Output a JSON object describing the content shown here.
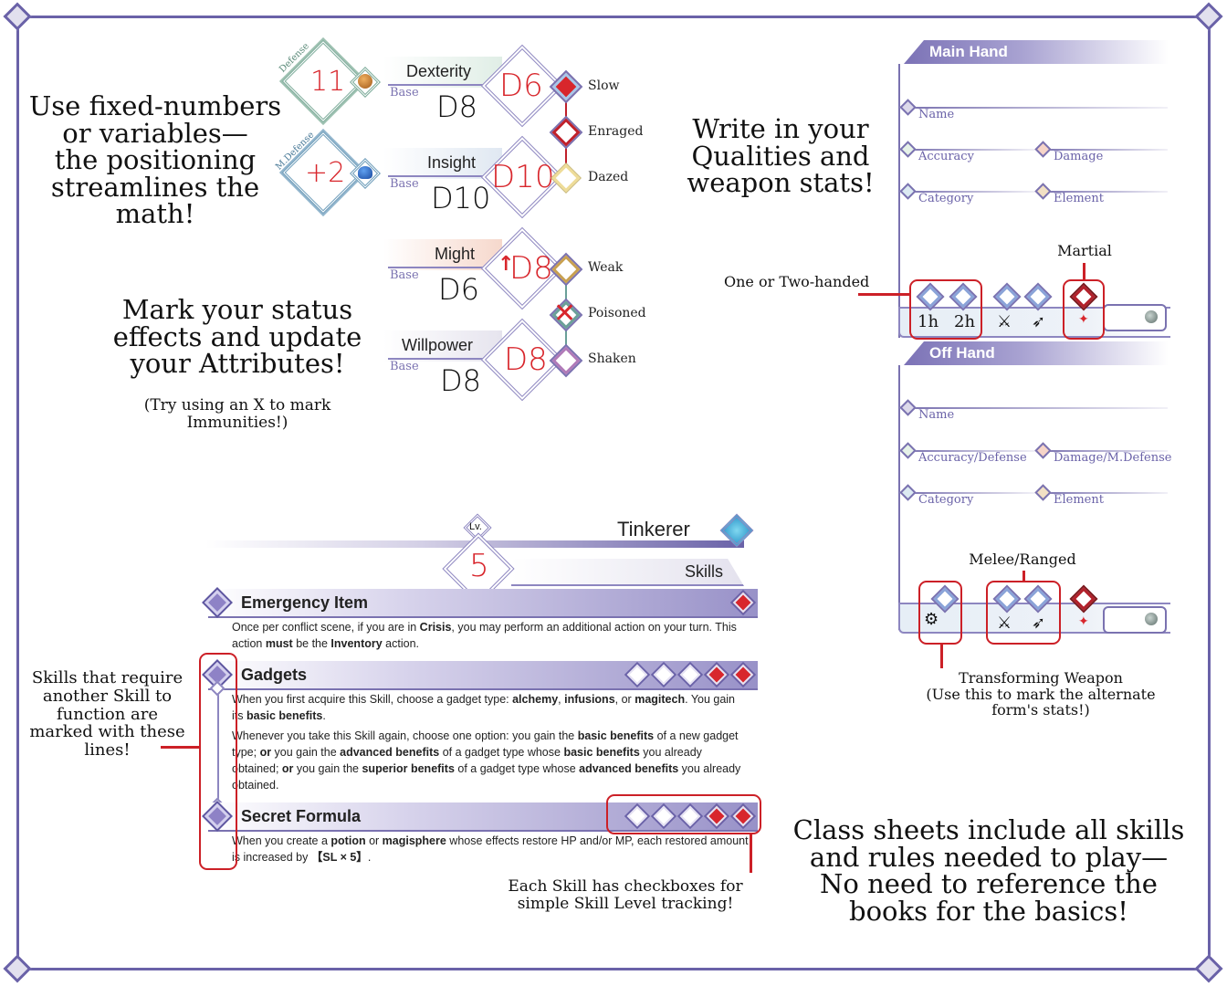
{
  "callouts": {
    "fixed_numbers": [
      "Use fixed-numbers",
      "or variables—",
      "the positioning",
      "streamlines the",
      "math!"
    ],
    "status_effects": [
      "Mark your status",
      "effects and update",
      "your Attributes!"
    ],
    "immunities": [
      "(Try using an X to mark",
      "Immunities!)"
    ],
    "qualities": [
      "Write in your",
      "Qualities and",
      "weapon stats!"
    ],
    "skill_lines": [
      "Skills that require",
      "another Skill to",
      "function are",
      "marked with these",
      "lines!"
    ],
    "checkboxes": [
      "Each Skill has checkboxes for",
      "simple Skill Level tracking!"
    ],
    "class_sheets": [
      "Class sheets include all skills",
      "and rules needed to play—",
      "No need to reference the",
      "books for the basics!"
    ],
    "one_two_handed": "One or Two-handed",
    "martial": "Martial",
    "melee_ranged": "Melee/Ranged",
    "transforming": [
      "Transforming Weapon",
      "(Use this to mark the alternate",
      "form's stats!)"
    ]
  },
  "defenses": [
    {
      "label": "Defense",
      "value": "11",
      "icon": "armor-icon"
    },
    {
      "label": "M.Defense",
      "value": "+2",
      "icon": "hood-icon"
    }
  ],
  "attributes": [
    {
      "name": "Dexterity",
      "base_label": "Base",
      "base": "D8",
      "current": "D6"
    },
    {
      "name": "Insight",
      "base_label": "Base",
      "base": "D10",
      "current": "D10"
    },
    {
      "name": "Might",
      "base_label": "Base",
      "base": "D6",
      "current": "D8",
      "boosted": true,
      "boost_mark": "↑"
    },
    {
      "name": "Willpower",
      "base_label": "Base",
      "base": "D8",
      "current": "D8"
    }
  ],
  "statuses": [
    {
      "name": "Slow",
      "marked": true,
      "color": "#a8c8ea"
    },
    {
      "name": "Enraged",
      "marked": false,
      "color": "#c0202a"
    },
    {
      "name": "Dazed",
      "marked": false,
      "color": "#eedc98"
    },
    {
      "name": "Weak",
      "marked": false,
      "color": "#c8a050"
    },
    {
      "name": "Poisoned",
      "marked": false,
      "immune": true,
      "color": "#6aa098"
    },
    {
      "name": "Shaken",
      "marked": false,
      "color": "#b07ab8"
    }
  ],
  "main_hand": {
    "title": "Main Hand",
    "fields": {
      "name": "Name",
      "accuracy": "Accuracy",
      "damage": "Damage",
      "category": "Category",
      "element": "Element"
    },
    "hand_labels": [
      "1h",
      "2h"
    ]
  },
  "off_hand": {
    "title": "Off Hand",
    "fields": {
      "name": "Name",
      "accuracy": "Accuracy/Defense",
      "damage": "Damage/M.Defense",
      "category": "Category",
      "element": "Element"
    }
  },
  "class": {
    "name": "Tinkerer",
    "level_label": "Lv.",
    "level": "5",
    "skills_label": "Skills",
    "skills": [
      {
        "name": "Emergency Item",
        "max_level": 1,
        "level": 1,
        "paragraphs": [
          [
            {
              "t": "Once per conflict scene, if you are in "
            },
            {
              "b": "Crisis"
            },
            {
              "t": ", you may perform an additional action on your turn. This action "
            },
            {
              "b": "must"
            },
            {
              "t": " be the "
            },
            {
              "b": "Inventory"
            },
            {
              "t": " action."
            }
          ]
        ]
      },
      {
        "name": "Gadgets",
        "max_level": 5,
        "level": 2,
        "paragraphs": [
          [
            {
              "t": "When you first acquire this Skill, choose a gadget type: "
            },
            {
              "b": "alchemy"
            },
            {
              "t": ", "
            },
            {
              "b": "infusions"
            },
            {
              "t": ", or "
            },
            {
              "b": "magitech"
            },
            {
              "t": ". You gain its "
            },
            {
              "b": "basic benefits"
            },
            {
              "t": "."
            }
          ],
          [
            {
              "t": "Whenever you take this Skill again, choose one option: you gain the "
            },
            {
              "b": "basic benefits"
            },
            {
              "t": " of a new gadget type; "
            },
            {
              "b": "or"
            },
            {
              "t": " you gain the "
            },
            {
              "b": "advanced benefits"
            },
            {
              "t": " of a gadget type whose "
            },
            {
              "b": "basic benefits"
            },
            {
              "t": " you already obtained; "
            },
            {
              "b": "or"
            },
            {
              "t": " you gain the "
            },
            {
              "b": "superior benefits"
            },
            {
              "t": " of a gadget type whose "
            },
            {
              "b": "advanced benefits"
            },
            {
              "t": " you already obtained."
            }
          ]
        ]
      },
      {
        "name": "Secret Formula",
        "max_level": 5,
        "level": 2,
        "paragraphs": [
          [
            {
              "t": "When you create a "
            },
            {
              "b": "potion"
            },
            {
              "t": " or "
            },
            {
              "b": "magisphere"
            },
            {
              "t": " whose effects restore HP and/or MP, each restored amount is increased by "
            },
            {
              "b": "【SL × 5】"
            },
            {
              "t": "."
            }
          ]
        ]
      }
    ]
  },
  "colors": {
    "frame": "#6a62a8",
    "annotation_red": "#cc2027",
    "handwriting_red": "#d8262c"
  }
}
